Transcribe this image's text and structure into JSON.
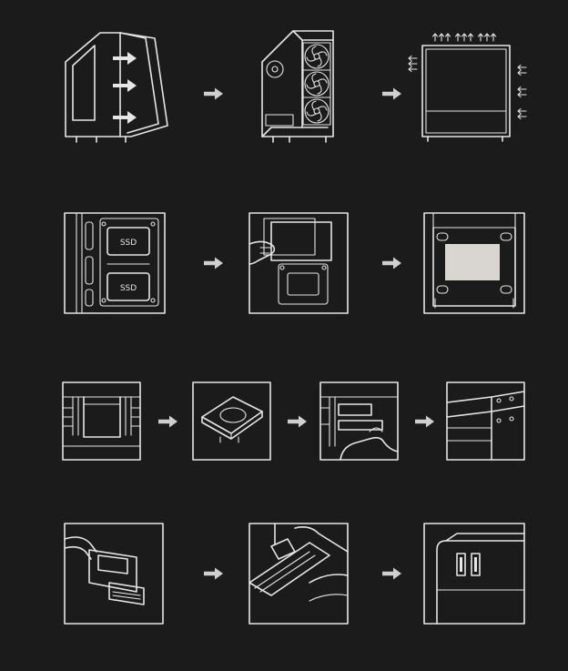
{
  "colors": {
    "background": "#1c1b1b",
    "line": "#e6e6e6",
    "arrow": "#cfcfcf",
    "mount_plate": "#d9d5d0"
  },
  "steps": {
    "row1": [
      "open-side-panel",
      "front-fans",
      "airflow"
    ],
    "row2": [
      "ssd-bracket",
      "remove-ssd",
      "ssd-plate"
    ],
    "row3": [
      "drive-cage",
      "hdd",
      "insert-hdd",
      "drive-bays"
    ],
    "row4": [
      "usb-header-cable",
      "plug-into-motherboard",
      "front-usb-ports"
    ]
  },
  "ssd_label": "SSD"
}
